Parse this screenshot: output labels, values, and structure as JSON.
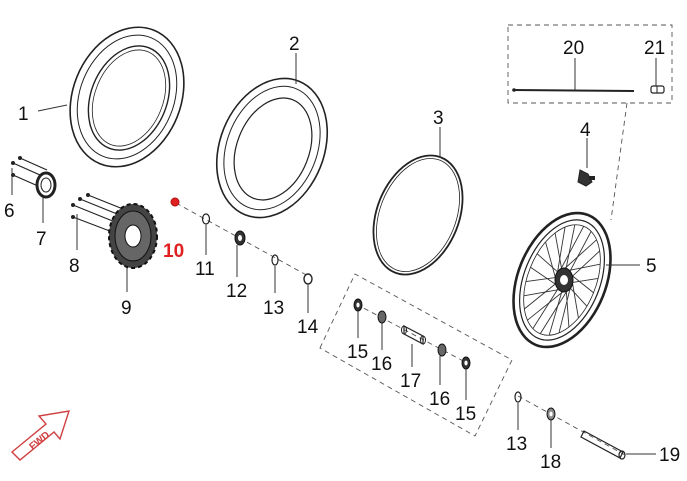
{
  "diagram": {
    "highlight_color": "#e02020",
    "line_color": "#333333",
    "fwd_arrow_color": "#d04040",
    "callouts": [
      {
        "id": "1",
        "label": "1",
        "highlight": false
      },
      {
        "id": "2",
        "label": "2",
        "highlight": false
      },
      {
        "id": "3",
        "label": "3",
        "highlight": false
      },
      {
        "id": "4",
        "label": "4",
        "highlight": false
      },
      {
        "id": "5",
        "label": "5",
        "highlight": false
      },
      {
        "id": "6",
        "label": "6",
        "highlight": false
      },
      {
        "id": "7",
        "label": "7",
        "highlight": false
      },
      {
        "id": "8",
        "label": "8",
        "highlight": false
      },
      {
        "id": "9",
        "label": "9",
        "highlight": false
      },
      {
        "id": "10",
        "label": "10",
        "highlight": true
      },
      {
        "id": "11",
        "label": "11",
        "highlight": false
      },
      {
        "id": "12",
        "label": "12",
        "highlight": false
      },
      {
        "id": "13a",
        "label": "13",
        "highlight": false
      },
      {
        "id": "14",
        "label": "14",
        "highlight": false
      },
      {
        "id": "15a",
        "label": "15",
        "highlight": false
      },
      {
        "id": "16a",
        "label": "16",
        "highlight": false
      },
      {
        "id": "17",
        "label": "17",
        "highlight": false
      },
      {
        "id": "16b",
        "label": "16",
        "highlight": false
      },
      {
        "id": "15b",
        "label": "15",
        "highlight": false
      },
      {
        "id": "13b",
        "label": "13",
        "highlight": false
      },
      {
        "id": "18",
        "label": "18",
        "highlight": false
      },
      {
        "id": "19",
        "label": "19",
        "highlight": false
      },
      {
        "id": "20",
        "label": "20",
        "highlight": false
      },
      {
        "id": "21",
        "label": "21",
        "highlight": false
      }
    ],
    "fwd_label": "FWD"
  }
}
